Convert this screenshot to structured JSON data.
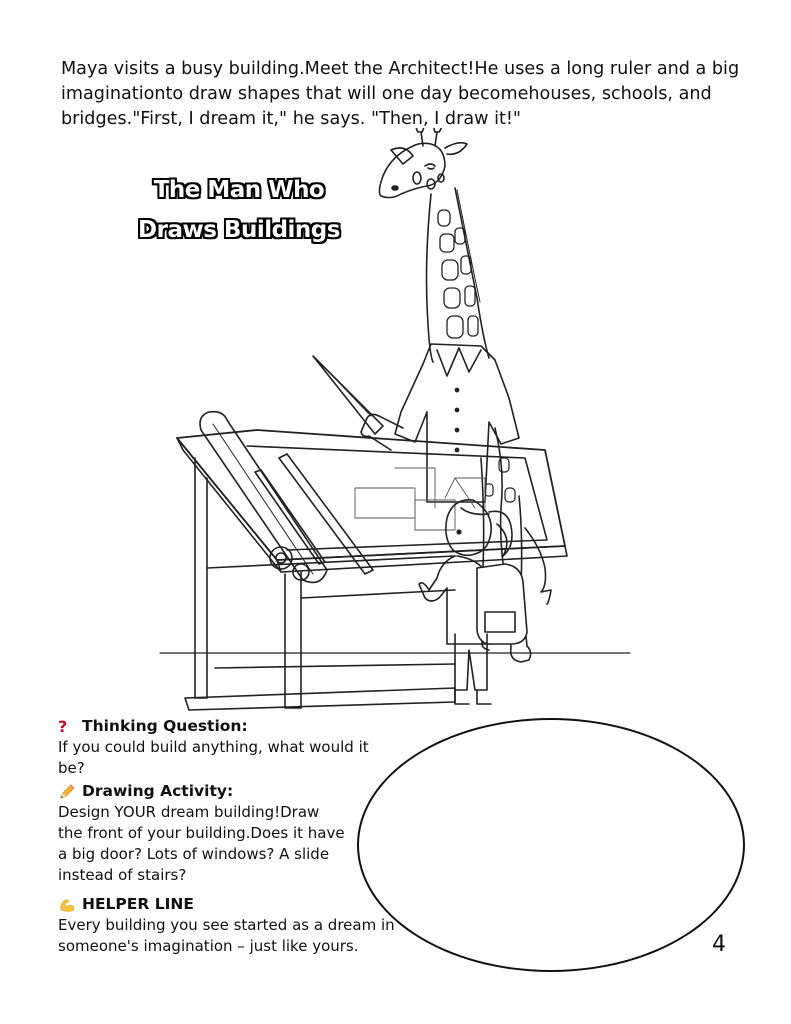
{
  "intro": {
    "text": "Maya visits a busy building.Meet the Architect!He uses a long ruler and a big imaginationto draw shapes that will one day becomehouses, schools, and bridges.\"First, I dream it,\" he says. \"Then, I draw it!\""
  },
  "title": {
    "line1": "The Man Who",
    "line2": "Draws Buildings"
  },
  "illustration": {
    "subject": "Giraffe architect in a short-sleeve shirt holding a triangle ruler beside a drafting table with blueprints; a girl with a ponytail and backpack looks up at him",
    "style": "black-and-white coloring line art"
  },
  "activity": {
    "thinking": {
      "icon": "question-mark-icon",
      "icon_glyph": "?",
      "icon_color": "#c8102e",
      "heading": "Thinking Question:",
      "text": "If you could build anything, what would it be?"
    },
    "drawing": {
      "icon": "pencil-icon",
      "heading": "Drawing Activity:",
      "text": "Design YOUR dream building!Draw the front of your building.Does it have a big door? Lots of windows? A slide instead of stairs?"
    },
    "helper": {
      "icon": "flexed-biceps-icon",
      "heading": "HELPER LINE",
      "text": "Every building you see started as a dream in someone's imagination – just like yours."
    }
  },
  "drawing_area": {
    "shape": "ellipse"
  },
  "page": {
    "number": "4"
  }
}
